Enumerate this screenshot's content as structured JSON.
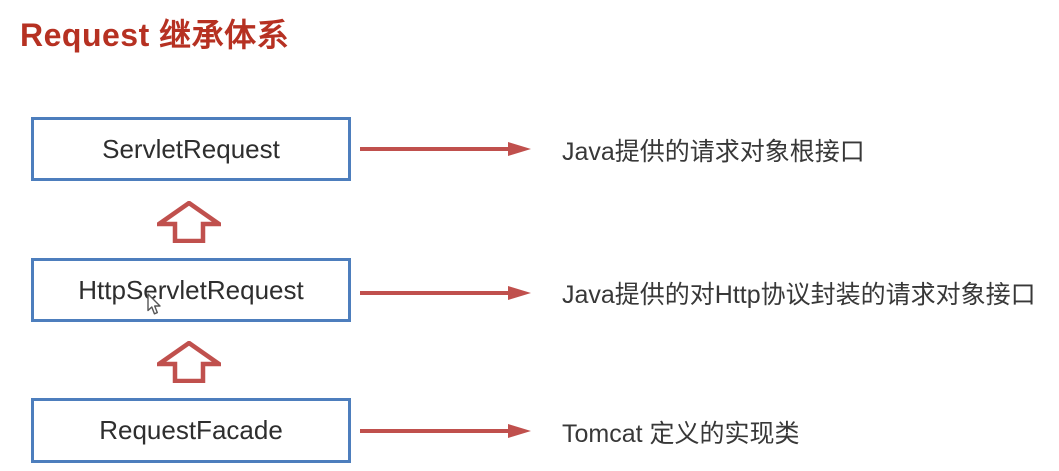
{
  "title": "Request 继承体系",
  "colors": {
    "title": "#b63122",
    "box_border": "#4d7ebd",
    "arrow": "#c0504d",
    "text": "#383838"
  },
  "nodes": [
    {
      "label": "ServletRequest",
      "description": "Java提供的请求对象根接口"
    },
    {
      "label": "HttpServletRequest",
      "description": "Java提供的对Http协议封装的请求对象接口"
    },
    {
      "label": "RequestFacade",
      "description": "Tomcat 定义的实现类"
    }
  ]
}
